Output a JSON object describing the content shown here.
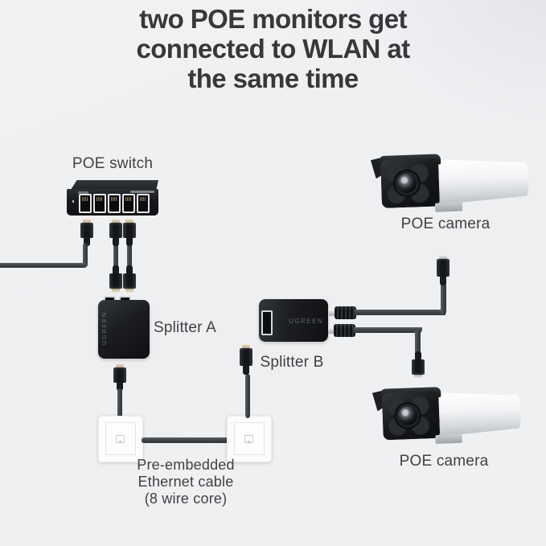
{
  "title": {
    "lines": [
      "two POE monitors get",
      "connected to WLAN at",
      "the same time"
    ]
  },
  "labels": {
    "poe_switch": "POE switch",
    "splitter_a": "Splitter A",
    "splitter_b": "Splitter B",
    "camera_top": "POE camera",
    "camera_bottom": "POE camera",
    "pre_embedded_lines": [
      "Pre-embedded",
      "Ethernet cable",
      "(8 wire core)"
    ]
  },
  "branding": {
    "splitter_a": "UGREEN",
    "splitter_b": "UGREEN"
  },
  "colors": {
    "background": "#eef0f2",
    "title_text": "#38383a",
    "label_text": "#414143",
    "device_black": "#141619",
    "cable": "#45484d",
    "plate_white": "#fcfcfd",
    "connector_tip_gold": "#cdbfa0",
    "connector_tip_silver": "#c9cccf"
  }
}
